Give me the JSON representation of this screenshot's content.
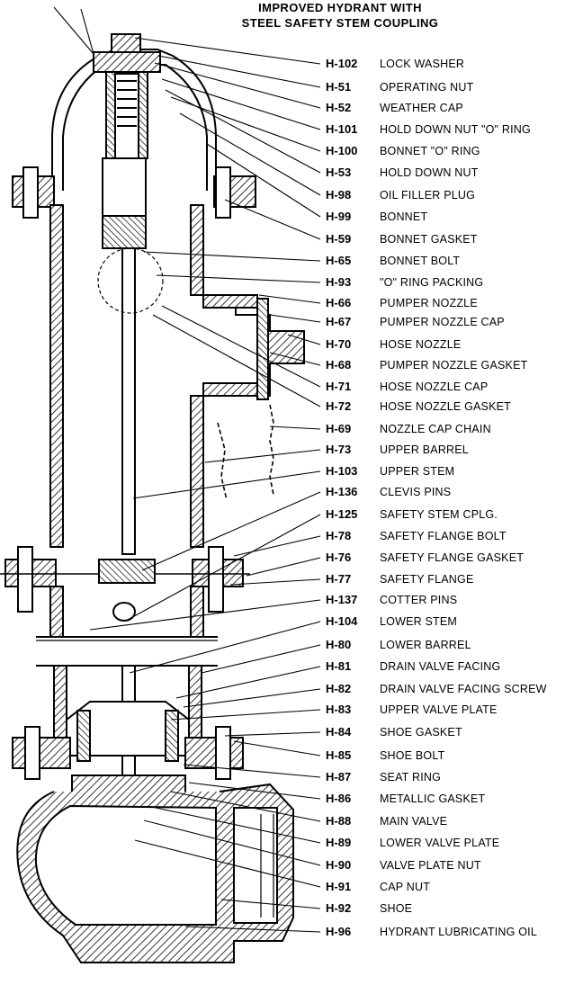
{
  "title": {
    "line1": "IMPROVED HYDRANT WITH",
    "line2": "STEEL SAFETY STEM COUPLING"
  },
  "parts": [
    {
      "code": "H-102",
      "name": "LOCK WASHER"
    },
    {
      "code": "H-51",
      "name": "OPERATING NUT"
    },
    {
      "code": "H-52",
      "name": "WEATHER CAP"
    },
    {
      "code": "H-101",
      "name": "HOLD DOWN NUT \"O\" RING"
    },
    {
      "code": "H-100",
      "name": "BONNET \"O\" RING"
    },
    {
      "code": "H-53",
      "name": "HOLD DOWN NUT"
    },
    {
      "code": "H-98",
      "name": "OIL FILLER PLUG"
    },
    {
      "code": "H-99",
      "name": "BONNET"
    },
    {
      "code": "H-59",
      "name": "BONNET GASKET"
    },
    {
      "code": "H-65",
      "name": "BONNET BOLT"
    },
    {
      "code": "H-93",
      "name": "\"O\" RING PACKING"
    },
    {
      "code": "H-66",
      "name": "PUMPER NOZZLE"
    },
    {
      "code": "H-67",
      "name": "PUMPER NOZZLE CAP"
    },
    {
      "code": "H-70",
      "name": "HOSE NOZZLE"
    },
    {
      "code": "H-68",
      "name": "PUMPER NOZZLE GASKET"
    },
    {
      "code": "H-71",
      "name": "HOSE NOZZLE CAP"
    },
    {
      "code": "H-72",
      "name": "HOSE NOZZLE GASKET"
    },
    {
      "code": "H-69",
      "name": "NOZZLE CAP CHAIN"
    },
    {
      "code": "H-73",
      "name": "UPPER BARREL"
    },
    {
      "code": "H-103",
      "name": "UPPER STEM"
    },
    {
      "code": "H-136",
      "name": "CLEVIS PINS"
    },
    {
      "code": "H-125",
      "name": "SAFETY STEM CPLG."
    },
    {
      "code": "H-78",
      "name": "SAFETY FLANGE BOLT"
    },
    {
      "code": "H-76",
      "name": "SAFETY FLANGE GASKET"
    },
    {
      "code": "H-77",
      "name": "SAFETY FLANGE"
    },
    {
      "code": "H-137",
      "name": "COTTER PINS"
    },
    {
      "code": "H-104",
      "name": "LOWER STEM"
    },
    {
      "code": "H-80",
      "name": "LOWER BARREL"
    },
    {
      "code": "H-81",
      "name": "DRAIN VALVE FACING"
    },
    {
      "code": "H-82",
      "name": "DRAIN VALVE FACING SCREW"
    },
    {
      "code": "H-83",
      "name": "UPPER VALVE PLATE"
    },
    {
      "code": "H-84",
      "name": "SHOE GASKET"
    },
    {
      "code": "H-85",
      "name": "SHOE BOLT"
    },
    {
      "code": "H-87",
      "name": "SEAT RING"
    },
    {
      "code": "H-86",
      "name": "METALLIC GASKET"
    },
    {
      "code": "H-88",
      "name": "MAIN VALVE"
    },
    {
      "code": "H-89",
      "name": "LOWER VALVE PLATE"
    },
    {
      "code": "H-90",
      "name": "VALVE PLATE NUT"
    },
    {
      "code": "H-91",
      "name": "CAP NUT"
    },
    {
      "code": "H-92",
      "name": "SHOE"
    },
    {
      "code": "H-96",
      "name": "HYDRANT LUBRICATING OIL"
    }
  ]
}
